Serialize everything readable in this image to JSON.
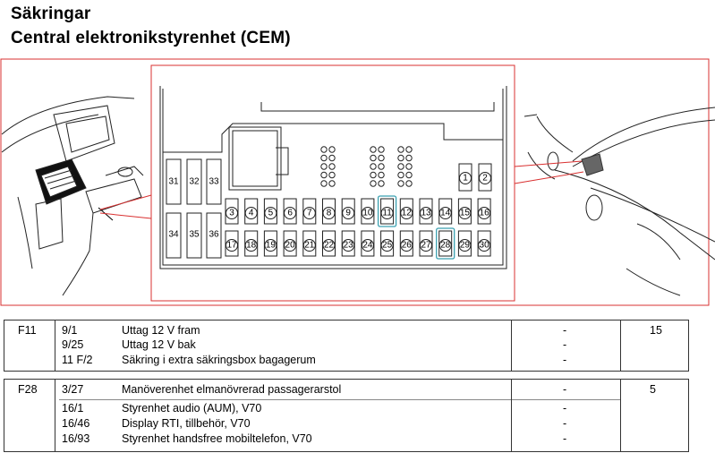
{
  "header": {
    "title": "Säkringar",
    "subtitle": "Central elektronikstyrenhet (CEM)"
  },
  "fuse_box": {
    "large_fuses_top": [
      "31",
      "32",
      "33"
    ],
    "large_fuses_bottom": [
      "34",
      "35",
      "36"
    ],
    "top_right_fuses": [
      "1",
      "2"
    ],
    "row1": [
      "3",
      "4",
      "5",
      "6",
      "7",
      "8",
      "9",
      "10",
      "11",
      "12",
      "13",
      "14",
      "15",
      "16"
    ],
    "row2": [
      "17",
      "18",
      "19",
      "20",
      "21",
      "22",
      "23",
      "24",
      "25",
      "26",
      "27",
      "28",
      "29",
      "30"
    ],
    "highlighted": [
      "11",
      "28"
    ],
    "highlight_color": "#3aa0b0",
    "callout_color": "#d93030"
  },
  "table": {
    "groups": [
      {
        "fuse": "F11",
        "amperage": "15",
        "rows": [
          {
            "code": "9/1",
            "desc": "Uttag 12 V fram",
            "value": "-"
          },
          {
            "code": "9/25",
            "desc": "Uttag 12 V bak",
            "value": "-"
          },
          {
            "code": "11 F/2",
            "desc": "Säkring i extra säkringsbox bagagerum",
            "value": "-"
          }
        ]
      },
      {
        "fuse": "F28",
        "amperage": "5",
        "rows": [
          {
            "code": "3/27",
            "desc": "Manöverenhet elmanövrerad passagerarstol",
            "value": "-"
          },
          {
            "code": "16/1",
            "desc": "Styrenhet audio (AUM), V70",
            "value": "-"
          },
          {
            "code": "16/46",
            "desc": "Display RTI, tillbehör, V70",
            "value": "-"
          },
          {
            "code": "16/93",
            "desc": "Styrenhet handsfree mobiltelefon, V70",
            "value": "-"
          }
        ]
      }
    ]
  }
}
